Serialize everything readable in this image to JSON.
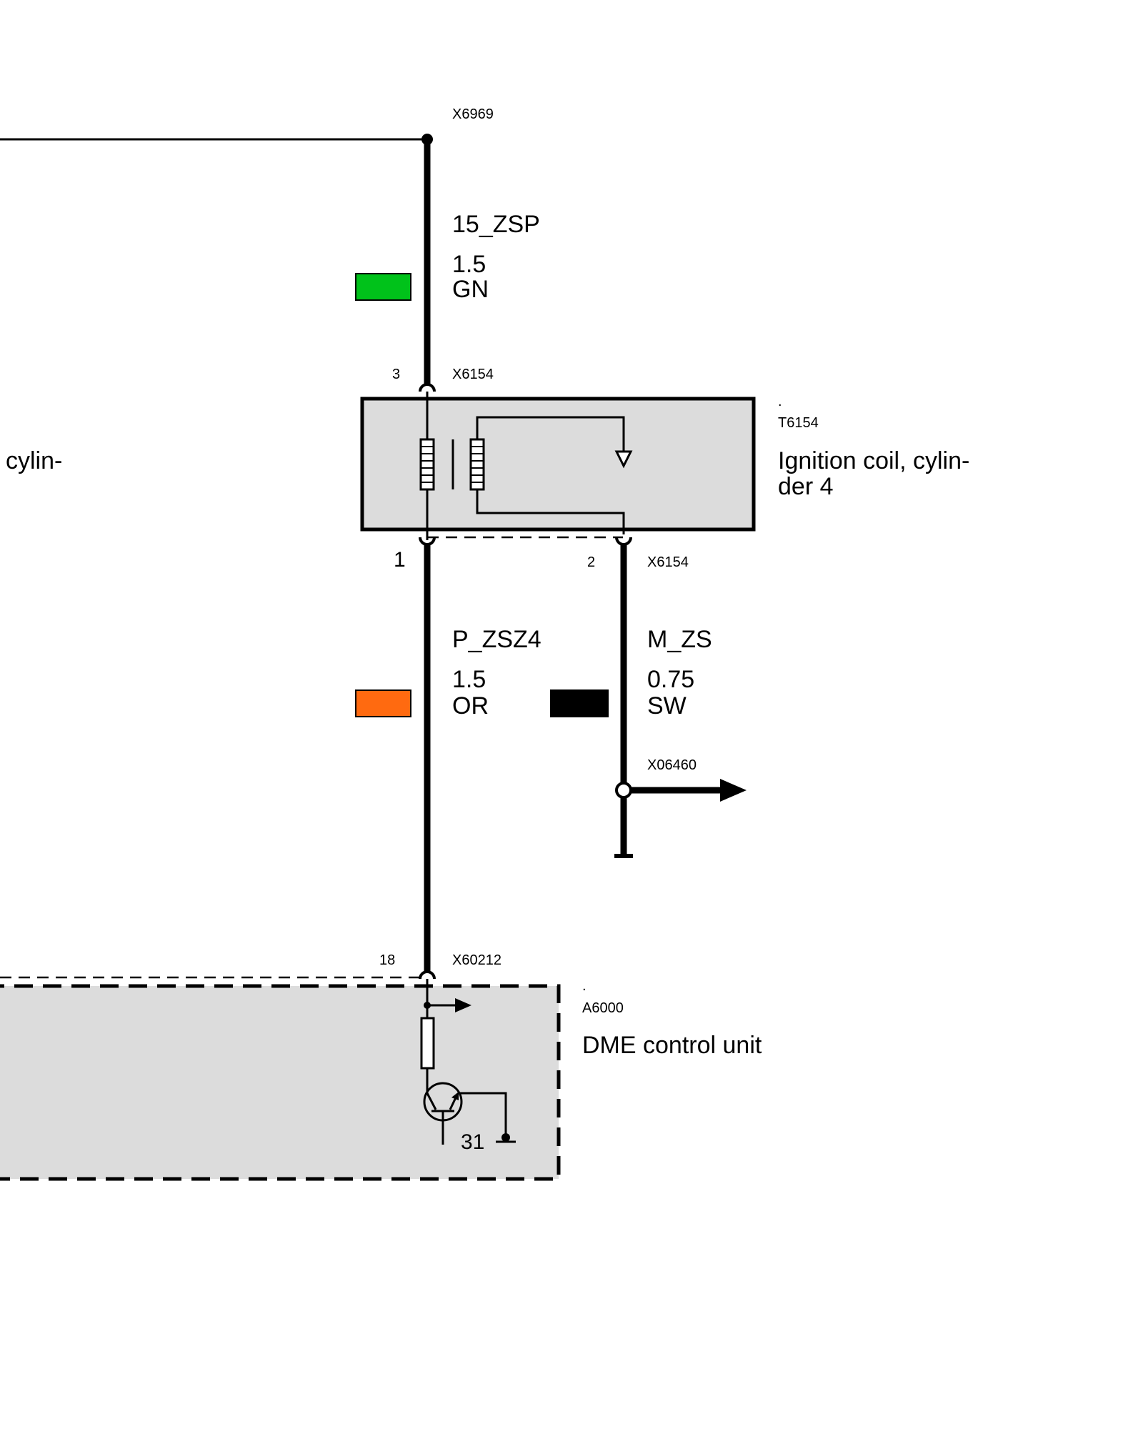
{
  "colors": {
    "gn": "#00c21a",
    "or": "#ff6a10",
    "sw": "#000000",
    "component_fill": "#dcdcdc",
    "wire": "#000000"
  },
  "connectors": {
    "x6969": "X6969",
    "x6154_top": "X6154",
    "x6154_bottom": "X6154",
    "x06460": "X06460",
    "x60212": "X60212"
  },
  "pins": {
    "coil_pin3": "3",
    "coil_pin1": "1",
    "coil_pin2": "2",
    "dme_pin18": "18",
    "ground_31": "31"
  },
  "wires": {
    "supply": {
      "signal": "15_ZSP",
      "size": "1.5",
      "color_code": "GN",
      "color_icon": "green-wire-color-swatch"
    },
    "ignition": {
      "signal": "P_ZSZ4",
      "size": "1.5",
      "color_code": "OR",
      "color_icon": "orange-wire-color-swatch"
    },
    "ground": {
      "signal": "M_ZS",
      "size": "0.75",
      "color_code": "SW",
      "color_icon": "black-wire-color-swatch"
    }
  },
  "components": {
    "coil": {
      "dot": ".",
      "id": "T6154",
      "name_line1": "Ignition coil, cylin-",
      "name_line2": "der 4"
    },
    "dme": {
      "dot": ".",
      "id": "A6000",
      "name": "DME control unit"
    },
    "left_cut_label": "cylin-"
  }
}
